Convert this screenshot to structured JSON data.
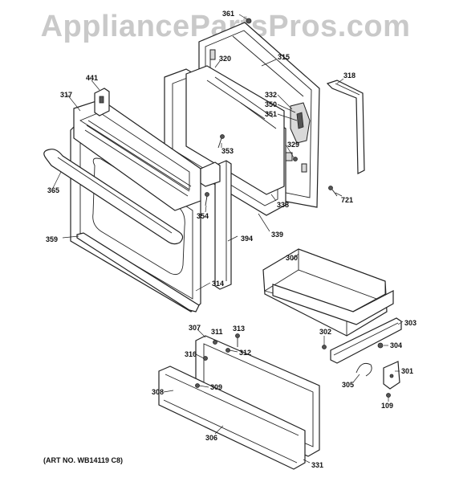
{
  "watermark": "AppliancePartsPros.com",
  "art_number": "(ART NO. WB14119 C8)",
  "parts": {
    "p361": "361",
    "p320": "320",
    "p315": "315",
    "p318": "318",
    "p441": "441",
    "p317": "317",
    "p332": "332",
    "p350": "350",
    "p351": "351",
    "p329": "329",
    "p353": "353",
    "p338": "338",
    "p721": "721",
    "p365": "365",
    "p354": "354",
    "p339": "339",
    "p394": "394",
    "p359": "359",
    "p314": "314",
    "p300": "300",
    "p303": "303",
    "p307": "307",
    "p311": "311",
    "p313": "313",
    "p302": "302",
    "p304": "304",
    "p310": "310",
    "p312": "312",
    "p301": "301",
    "p305": "305",
    "p308": "308",
    "p309": "309",
    "p109": "109",
    "p306": "306",
    "p331": "331"
  }
}
